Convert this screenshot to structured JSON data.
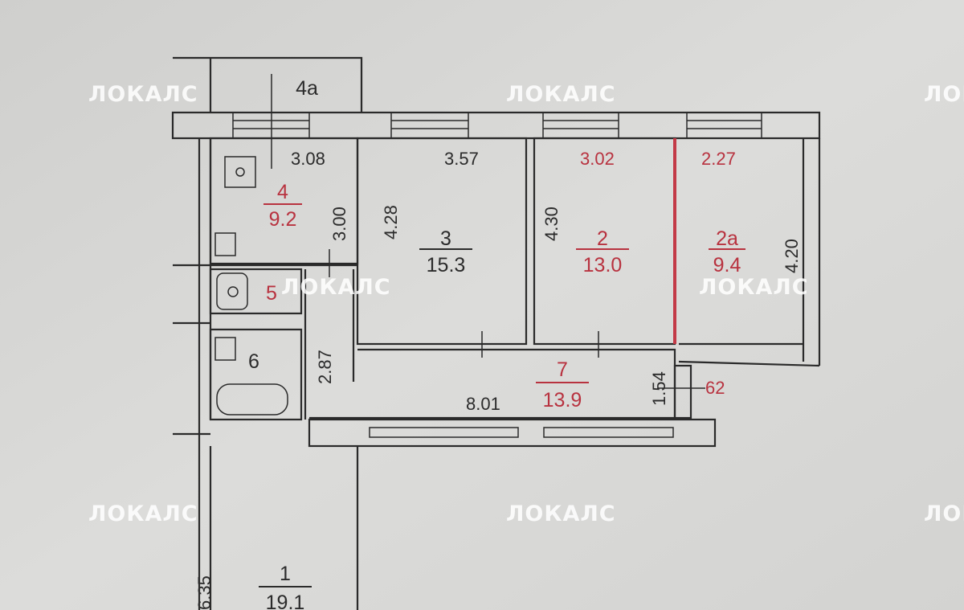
{
  "title": "Floor plan",
  "watermark": "ЛОКАЛС",
  "colors": {
    "paper": "#d9d9d7",
    "lines": "#2a2a2a",
    "red_marks": "#b8323f"
  },
  "rooms": [
    {
      "number": "4а",
      "area": ""
    },
    {
      "number": "4",
      "area": "9.2"
    },
    {
      "number": "3",
      "area": "15.3"
    },
    {
      "number": "2",
      "area": "13.0"
    },
    {
      "number": "2а",
      "area": "9.4"
    },
    {
      "number": "5",
      "area": ""
    },
    {
      "number": "6",
      "area": ""
    },
    {
      "number": "7",
      "area": "13.9"
    },
    {
      "number": "1",
      "area": "19.1"
    }
  ],
  "dimensions": {
    "room4_width": "3.08",
    "room4_height": "3.00",
    "room3_width": "3.57",
    "room3_height": "4.28",
    "room2_width": "3.02",
    "room2_height": "4.30",
    "room2a_width": "2.27",
    "room2a_height": "4.20",
    "room6_height": "2.87",
    "corridor_length": "8.01",
    "corridor_width": "1.54",
    "closet_width": "62",
    "room1_height": "6.35"
  }
}
